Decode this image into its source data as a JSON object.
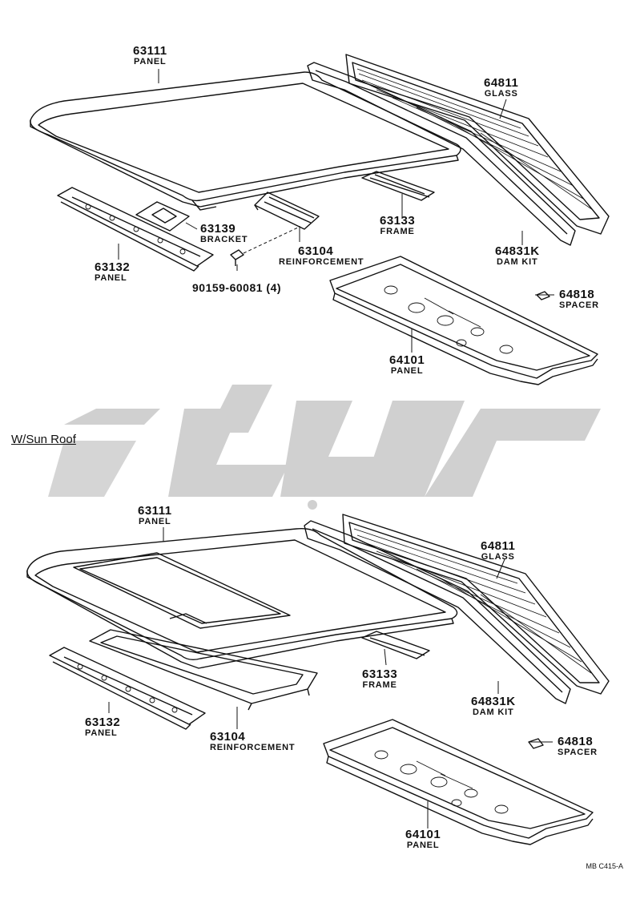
{
  "section_label": "W/Sun Roof",
  "diagram_code": "MB C415-A",
  "upper": {
    "roof_panel": {
      "number": "63111",
      "desc": "PANEL"
    },
    "glass": {
      "number": "64811",
      "desc": "GLASS"
    },
    "bracket": {
      "number": "63139",
      "desc": "BRACKET"
    },
    "reinforcement": {
      "number": "63104",
      "desc": "REINFORCEMENT"
    },
    "frame": {
      "number": "63133",
      "desc": "FRAME"
    },
    "front_panel": {
      "number": "63132",
      "desc": "PANEL"
    },
    "dam_kit": {
      "number": "64831K",
      "desc": "DAM KIT"
    },
    "screw": {
      "number": "90159-60081 (4)"
    },
    "spacer": {
      "number": "64818",
      "desc": "SPACER"
    },
    "rear_panel": {
      "number": "64101",
      "desc": "PANEL"
    }
  },
  "lower": {
    "roof_panel": {
      "number": "63111",
      "desc": "PANEL"
    },
    "glass": {
      "number": "64811",
      "desc": "GLASS"
    },
    "frame": {
      "number": "63133",
      "desc": "FRAME"
    },
    "dam_kit": {
      "number": "64831K",
      "desc": "DAM KIT"
    },
    "front_panel": {
      "number": "63132",
      "desc": "PANEL"
    },
    "reinforcement": {
      "number": "63104",
      "desc": "REINFORCEMENT"
    },
    "spacer": {
      "number": "64818",
      "desc": "SPACER"
    },
    "rear_panel": {
      "number": "64101",
      "desc": "PANEL"
    }
  },
  "colors": {
    "line": "#111111",
    "watermark": "#d0d0d0"
  }
}
